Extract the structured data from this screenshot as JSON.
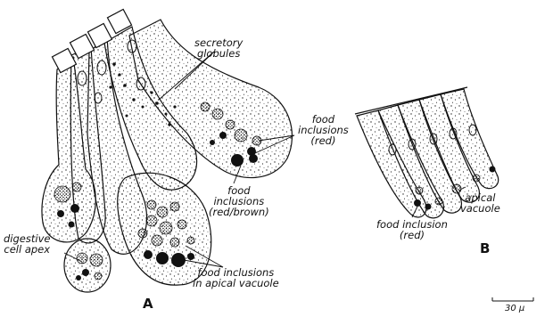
{
  "figure": {
    "panels": {
      "a": "A",
      "b": "B"
    },
    "labels": {
      "secretory": [
        "secretory",
        "globules"
      ],
      "food_red_a": [
        "food",
        "inclusions",
        "(red)"
      ],
      "food_red_brown": [
        "food",
        "inclusions",
        "(red/brown)"
      ],
      "digestive_apex": [
        "digestive",
        "cell apex"
      ],
      "food_apical": [
        "food inclusions",
        "in apical vacuole"
      ],
      "apical_vacuole": [
        "apical",
        "vacuole"
      ],
      "food_inclusion_b": [
        "food inclusion",
        "(red)"
      ]
    },
    "scale_bar": "30 μ",
    "colors": {
      "ink": "#111111",
      "paper": "#ffffff"
    }
  }
}
